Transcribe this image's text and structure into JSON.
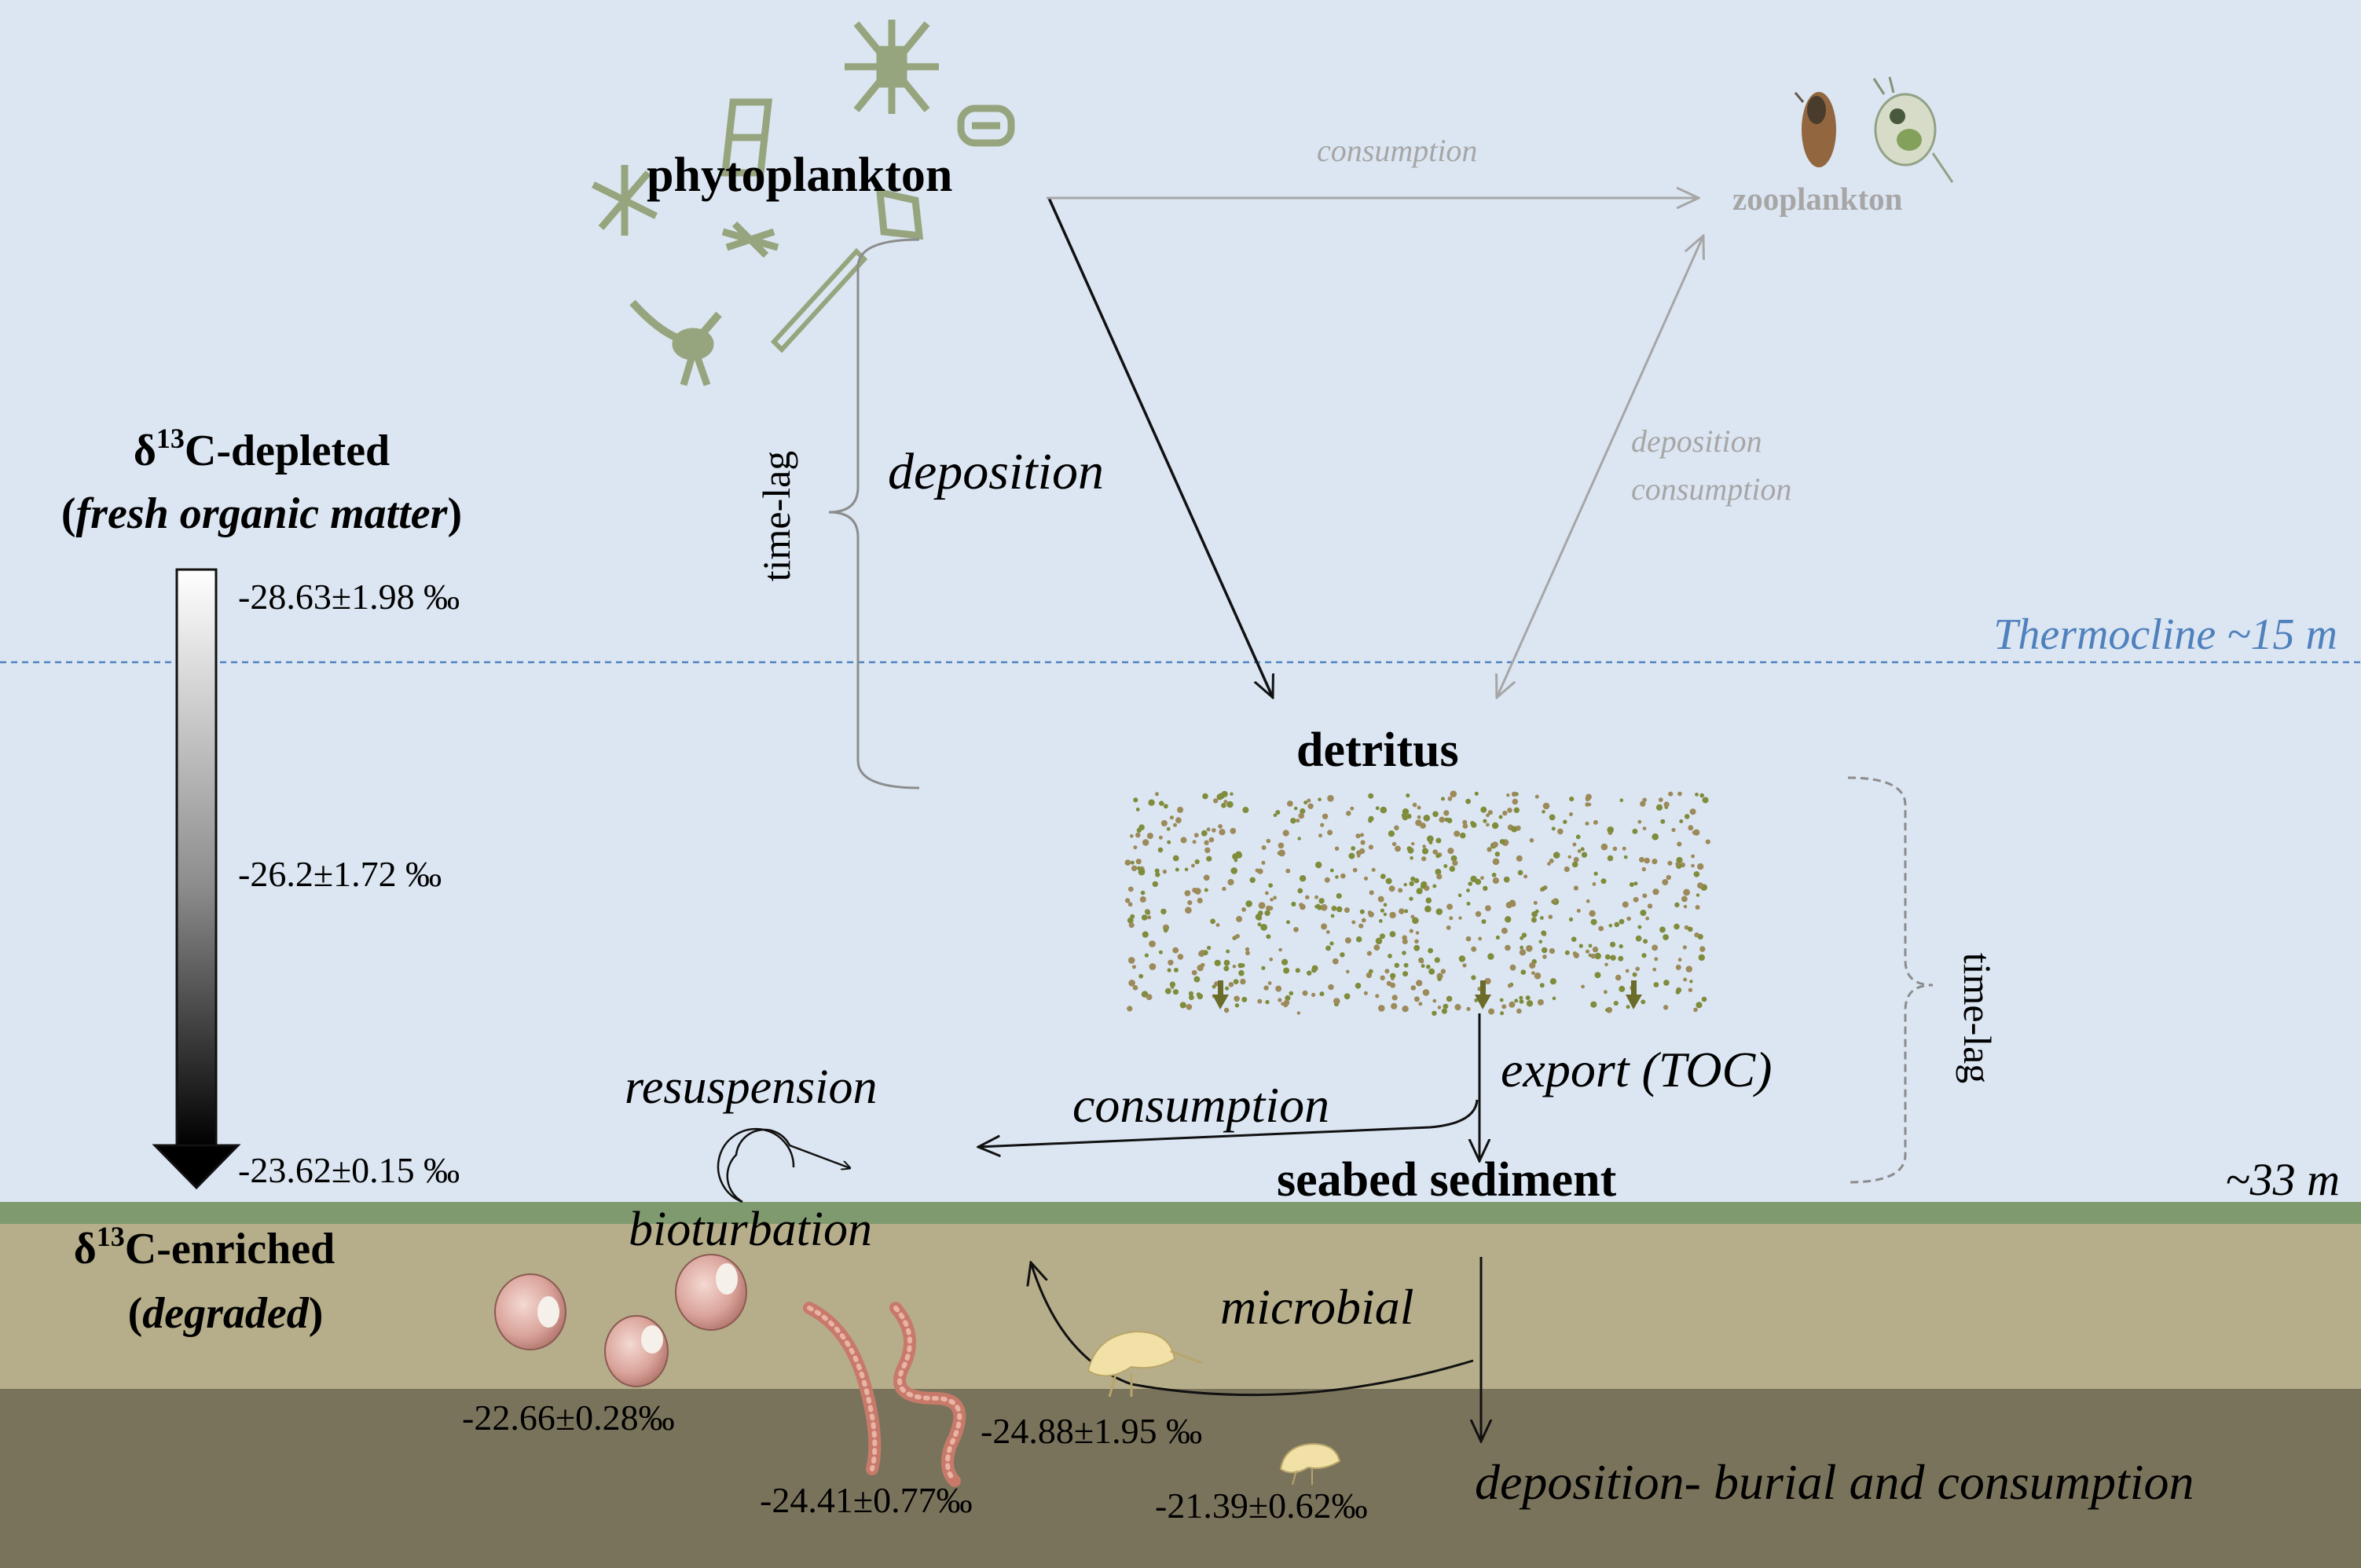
{
  "nodes": {
    "phytoplankton": "phytoplankton",
    "zooplankton": "zooplankton",
    "detritus": "detritus",
    "seabed_sediment": "seabed sediment"
  },
  "processes": {
    "consumption_top": "consumption",
    "deposition_left": "deposition",
    "deposition_right": "deposition",
    "consumption_right": "consumption",
    "time_lag_left": "time-lag",
    "time_lag_right": "time-lag",
    "export_toc": "export (TOC)",
    "consumption_sediment": "consumption",
    "resuspension": "resuspension",
    "bioturbation": "bioturbation",
    "microbial": "microbial",
    "deposition_burial": "deposition- burial and consumption"
  },
  "depths": {
    "thermocline": "Thermocline ~15 m",
    "seabed": "~33 m"
  },
  "gradient": {
    "top_label_symbol": "δ",
    "top_label_sup": "13",
    "top_label_rest": "C-depleted",
    "top_sub_open": "(",
    "top_sub_italic": "fresh organic matter",
    "top_sub_close": ")",
    "bottom_label_symbol": "δ",
    "bottom_label_sup": "13",
    "bottom_label_rest": "C-enriched",
    "bottom_sub_open": "(",
    "bottom_sub_italic": "degraded",
    "bottom_sub_close": ")",
    "values": [
      "-28.63±1.98 ‰",
      "-26.2±1.72 ‰",
      "-23.62±0.15 ‰"
    ]
  },
  "organism_values": {
    "bivalves": "-22.66±0.28‰",
    "polychaetes": "-24.41±0.77‰",
    "amphipod_large": "-24.88±1.95 ‰",
    "amphipod_small": "-21.39±0.62‰"
  },
  "colors": {
    "water": "#dce6f2",
    "thermocline_line": "#4f81bd",
    "seabed_line": "#7f9a6e",
    "sediment_upper": "#b6ae8a",
    "sediment_lower": "#7a735c",
    "faded_text": "#a6a6a6",
    "detritus_dot": "#7f8c3c"
  }
}
